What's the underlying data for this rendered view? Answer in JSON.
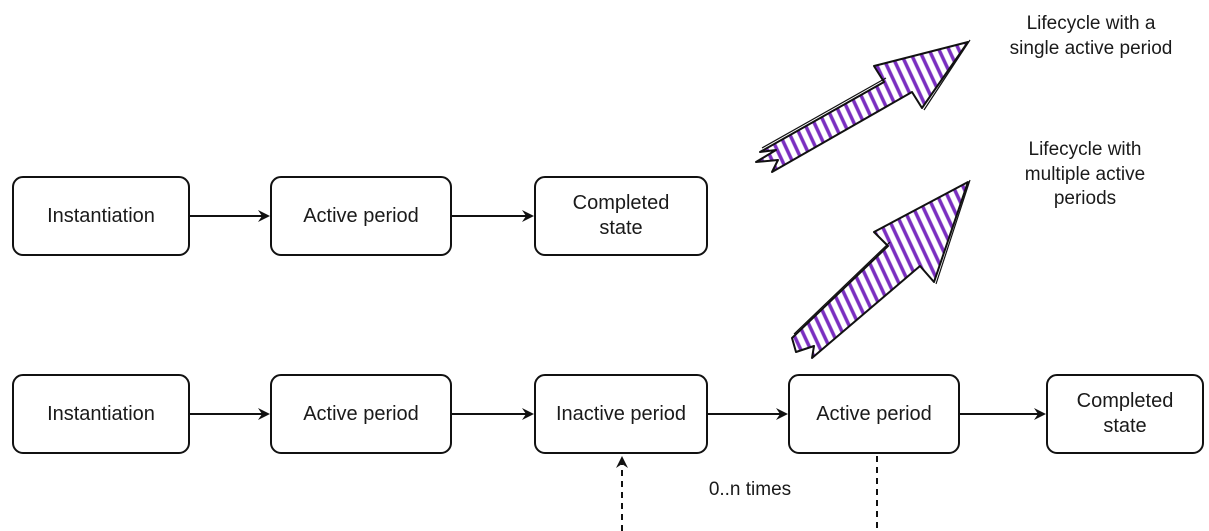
{
  "single_active": {
    "caption": "Lifecycle with a\nsingle active period",
    "nodes": [
      "Instantiation",
      "Active period",
      "Completed\nstate"
    ]
  },
  "multiple_active": {
    "caption": "Lifecycle with\nmultiple active\nperiods",
    "nodes": [
      "Instantiation",
      "Active period",
      "Inactive period",
      "Active period",
      "Completed\nstate"
    ],
    "loop_label": "0..n times"
  },
  "colors": {
    "arrow_fill": "#7a2fc0",
    "stroke": "#111111"
  },
  "icons": [
    "arrow-right-icon",
    "sketch-arrow-icon"
  ]
}
